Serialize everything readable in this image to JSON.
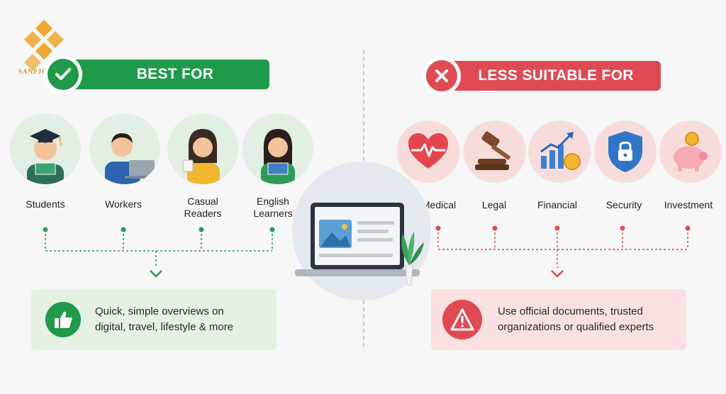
{
  "logo": {
    "text": "SANPJOTE"
  },
  "best_for": {
    "title": "BEST FOR",
    "audiences": [
      {
        "line1": "Students",
        "line2": ""
      },
      {
        "line1": "Workers",
        "line2": ""
      },
      {
        "line1": "Casual",
        "line2": "Readers"
      },
      {
        "line1": "English",
        "line2": "Learners"
      }
    ],
    "summary_line1": "Quick, simple overviews on",
    "summary_line2": "digital, travel, lifestyle & more"
  },
  "less_suitable": {
    "title": "LESS SUITABLE FOR",
    "topics": [
      "Medical",
      "Legal",
      "Financial",
      "Security",
      "Investment"
    ],
    "summary_line1": "Use official documents, trusted",
    "summary_line2": "organizations or qualified experts"
  },
  "colors": {
    "green": "#1f9a4a",
    "red": "#e04a52",
    "green_bg": "#e6f1e5",
    "red_bg": "#fbe1e1"
  }
}
